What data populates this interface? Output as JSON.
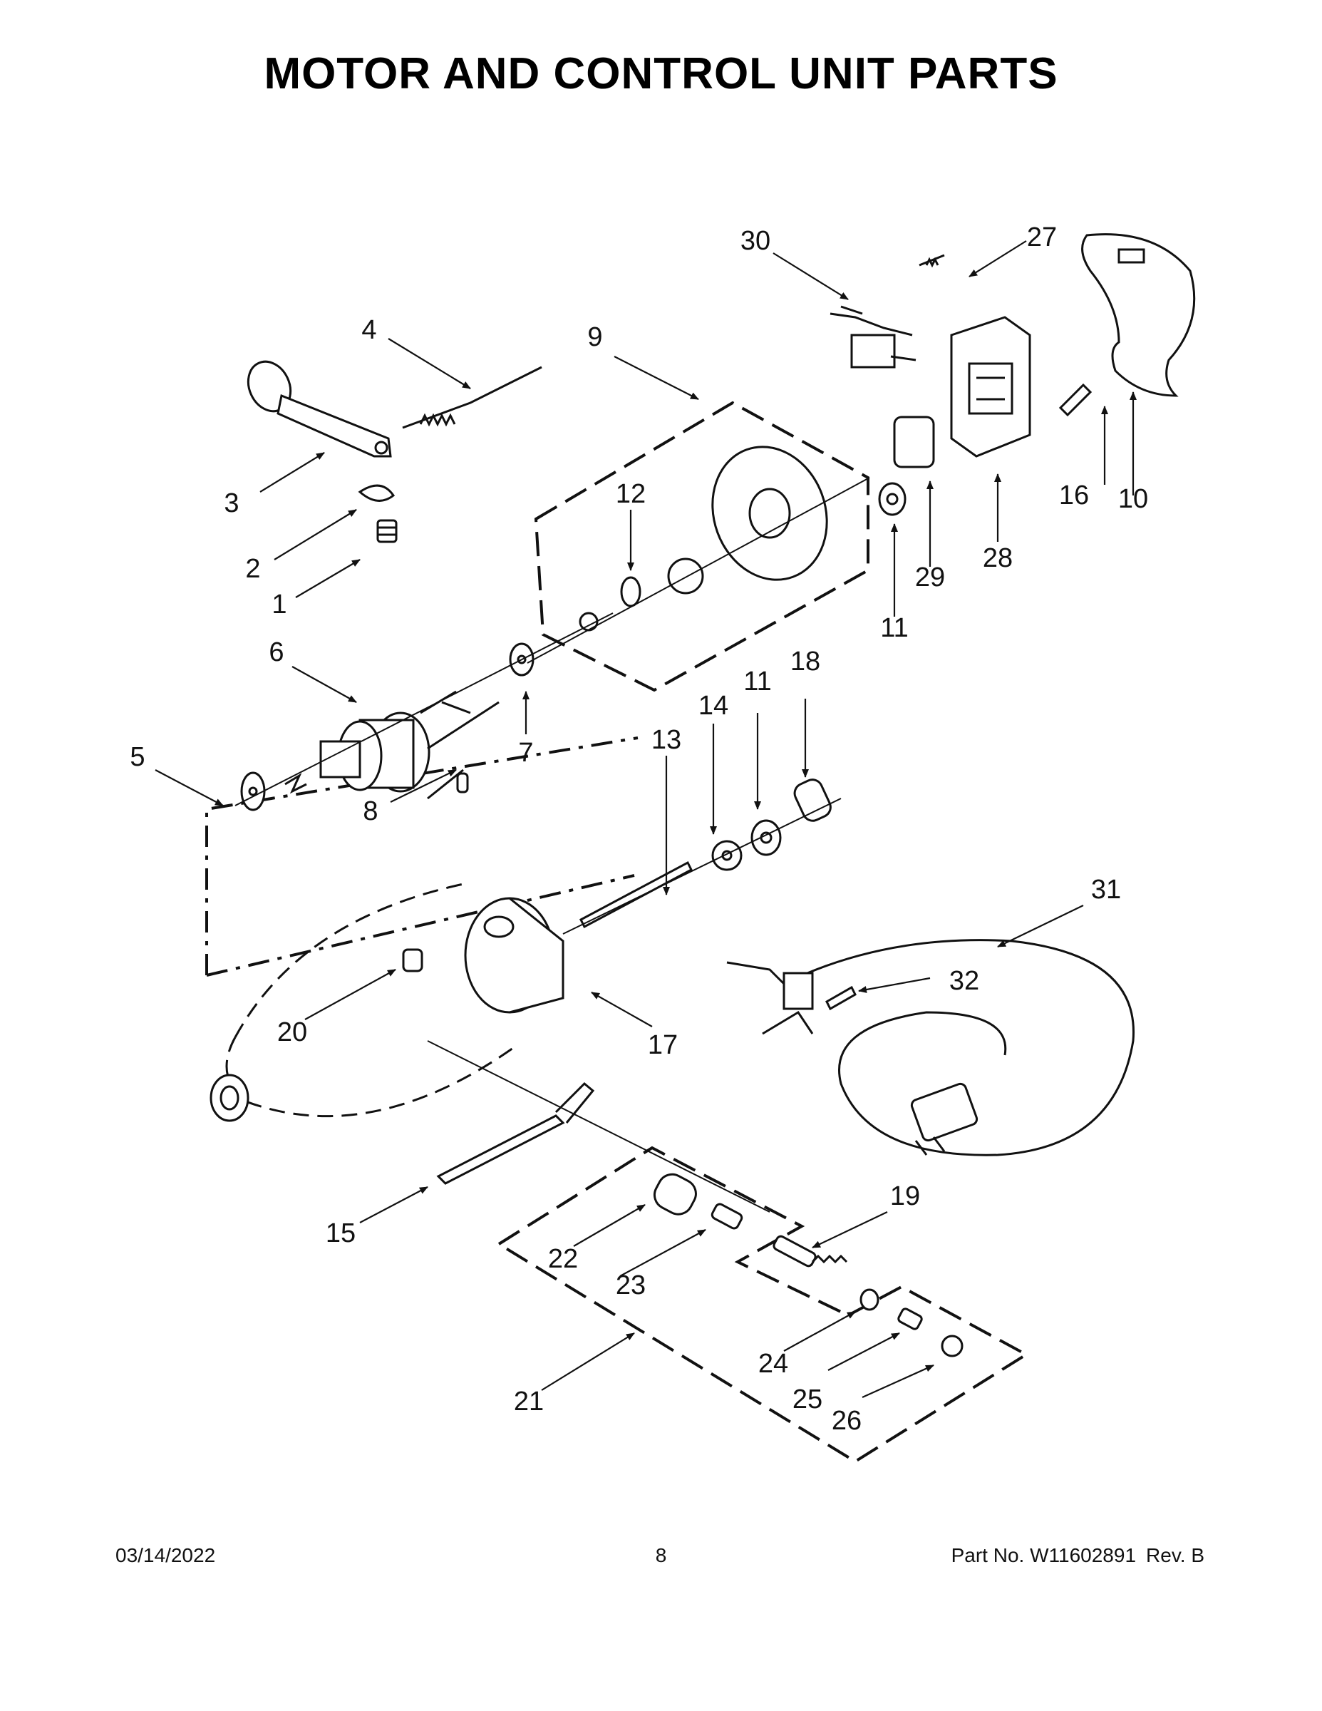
{
  "title": "MOTOR AND CONTROL UNIT PARTS",
  "callouts": [
    {
      "id": "c1",
      "label": "1"
    },
    {
      "id": "c2",
      "label": "2"
    },
    {
      "id": "c3",
      "label": "3"
    },
    {
      "id": "c4",
      "label": "4"
    },
    {
      "id": "c5",
      "label": "5"
    },
    {
      "id": "c6",
      "label": "6"
    },
    {
      "id": "c7",
      "label": "7"
    },
    {
      "id": "c8",
      "label": "8"
    },
    {
      "id": "c9",
      "label": "9"
    },
    {
      "id": "c10",
      "label": "10"
    },
    {
      "id": "c11a",
      "label": "11"
    },
    {
      "id": "c11b",
      "label": "11"
    },
    {
      "id": "c12",
      "label": "12"
    },
    {
      "id": "c13",
      "label": "13"
    },
    {
      "id": "c14",
      "label": "14"
    },
    {
      "id": "c15",
      "label": "15"
    },
    {
      "id": "c16",
      "label": "16"
    },
    {
      "id": "c17",
      "label": "17"
    },
    {
      "id": "c18",
      "label": "18"
    },
    {
      "id": "c19",
      "label": "19"
    },
    {
      "id": "c20",
      "label": "20"
    },
    {
      "id": "c21",
      "label": "21"
    },
    {
      "id": "c22",
      "label": "22"
    },
    {
      "id": "c23",
      "label": "23"
    },
    {
      "id": "c24",
      "label": "24"
    },
    {
      "id": "c25",
      "label": "25"
    },
    {
      "id": "c26",
      "label": "26"
    },
    {
      "id": "c27",
      "label": "27"
    },
    {
      "id": "c28",
      "label": "28"
    },
    {
      "id": "c29",
      "label": "29"
    },
    {
      "id": "c30",
      "label": "30"
    },
    {
      "id": "c31",
      "label": "31"
    },
    {
      "id": "c32",
      "label": "32"
    }
  ],
  "footer": {
    "date": "03/14/2022",
    "page": "8",
    "part_label": "Part No.",
    "part_number": "W11602891",
    "rev_label": "Rev.",
    "rev": "B"
  }
}
